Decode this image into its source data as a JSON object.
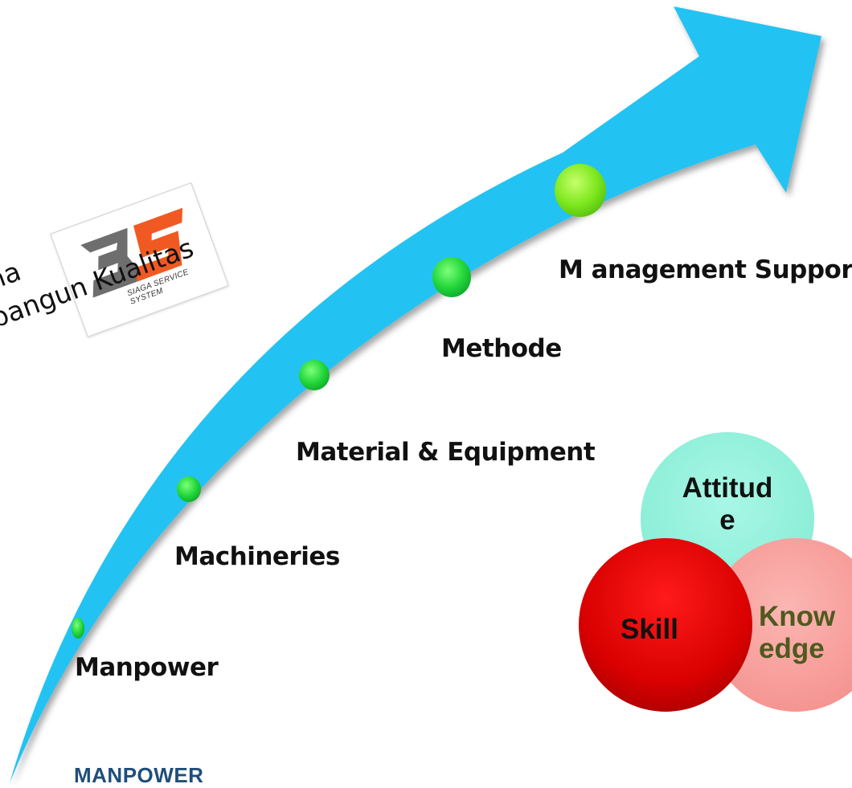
{
  "slogan": {
    "line1": "nana",
    "line2": "nbangun Kualitas"
  },
  "logo": {
    "mark": "3S",
    "caption": "SIAGA SERVICE SYSTEM"
  },
  "stages": [
    {
      "label": "Manpower"
    },
    {
      "label": "Machineries"
    },
    {
      "label": "Material & Equipment"
    },
    {
      "label": "Methode"
    },
    {
      "label": "M anagement Support"
    }
  ],
  "venn": {
    "top": "Attitud\ne",
    "left": "Skill",
    "right": "Know\nedge"
  },
  "footer_title": "MANPOWER",
  "colors": {
    "arrow": "#21c3f3",
    "dot": "#1fdc3a",
    "attitude": "#93f0dc",
    "skill": "#e00000",
    "knowledge": "#f9a3a0",
    "knowledge_text": "#4e5a1e",
    "footer": "#1f4e79"
  }
}
